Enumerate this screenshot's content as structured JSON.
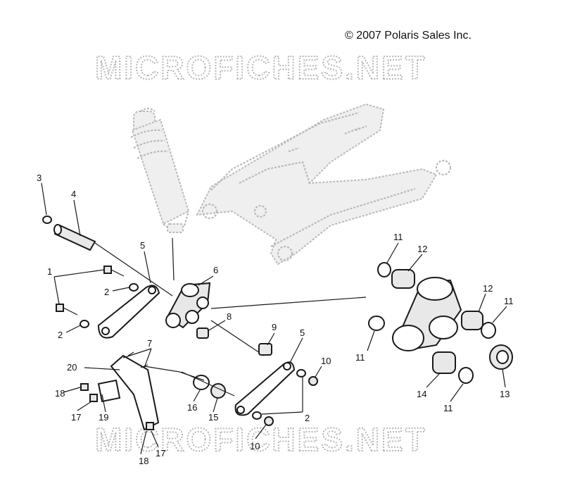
{
  "copyright": "© 2007 Polaris Sales Inc.",
  "watermark": "MICROFICHES.NET",
  "callouts": [
    "1",
    "2",
    "2",
    "2",
    "3",
    "4",
    "5",
    "5",
    "6",
    "7",
    "8",
    "9",
    "10",
    "10",
    "11",
    "11",
    "11",
    "11",
    "12",
    "12",
    "13",
    "14",
    "15",
    "16",
    "17",
    "17",
    "18",
    "18",
    "19",
    "20"
  ]
}
